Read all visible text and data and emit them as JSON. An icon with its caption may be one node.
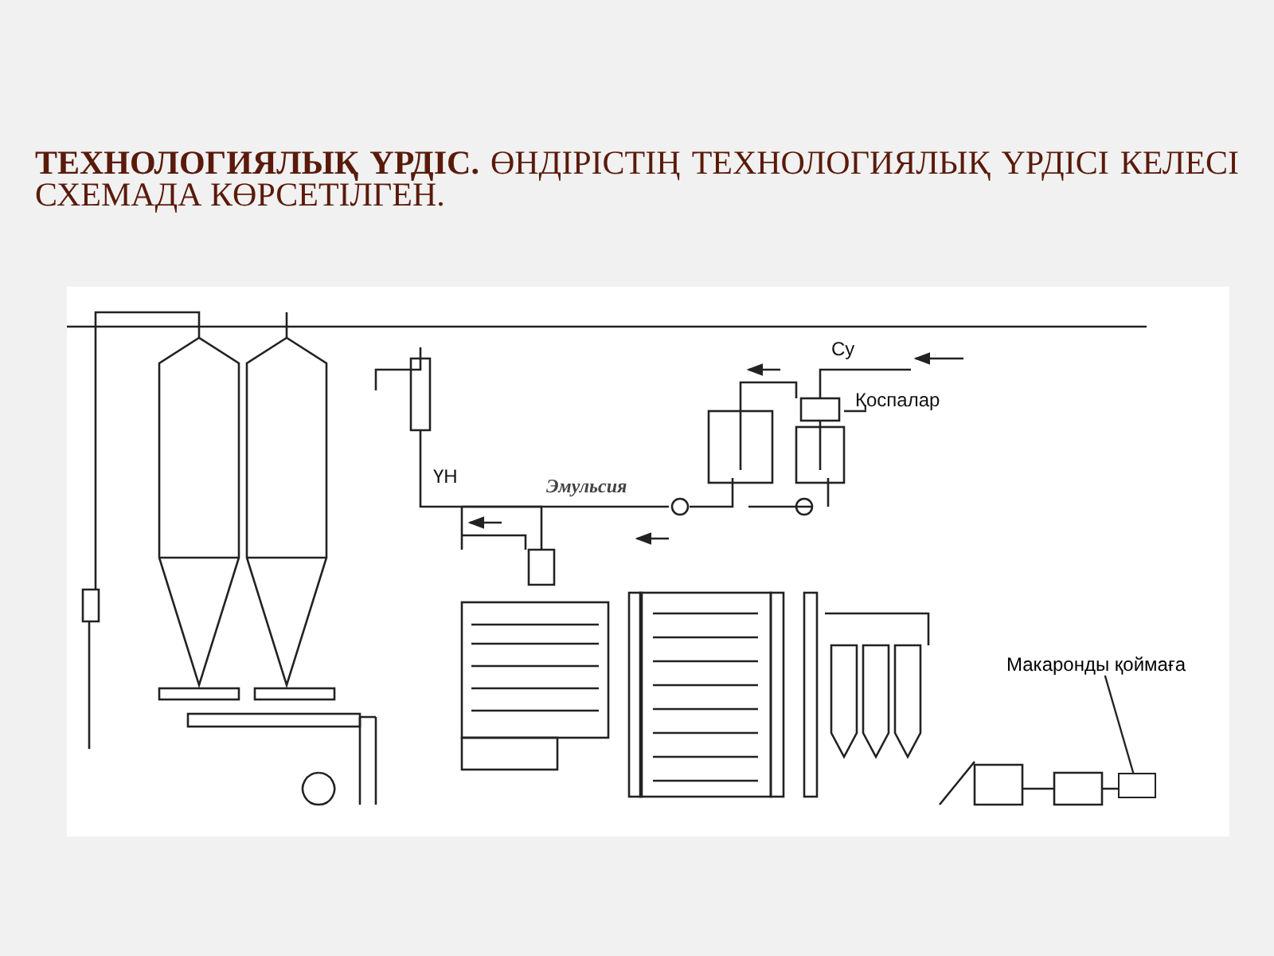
{
  "diagram": {
    "title": "**ТЕХНОЛОГИЯЛЫҚ ҮРДІС.** ӨНДІРІСТІҢ ТЕХНОЛОГИЯЛЫҚ ҮРДІСІ КЕЛЕСІ СХЕМАДА КӨРСЕТІЛГЕН.",
    "nodes": [
      {
        "text": [
          "Макаронды қоймаға"
        ]
      },
      {
        "text": [],
        "shape": "box"
      }
    ],
    "edges": [
      {
        "from": 0,
        "to": 1,
        "arrow": "none"
      }
    ],
    "labels": [
      "Су",
      "Қоспалар",
      "ҮН",
      "Эмульсия"
    ]
  }
}
